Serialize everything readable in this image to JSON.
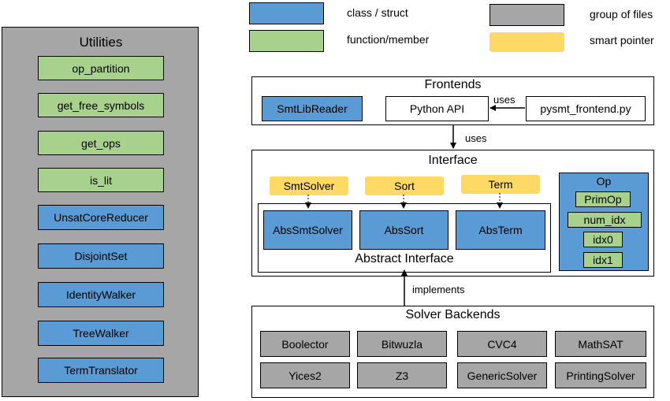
{
  "legend": {
    "class_struct": "class / struct",
    "function_member": "function/member",
    "group_of_files": "group of files",
    "smart_pointer": "smart pointer",
    "colors": {
      "class": "#5b9bd5",
      "function": "#a9d18e",
      "group": "#a6a6a6",
      "smart_pointer": "#ffd966"
    }
  },
  "utilities": {
    "title": "Utilities",
    "functions": [
      "op_partition",
      "get_free_symbols",
      "get_ops",
      "is_lit"
    ],
    "classes": [
      "UnsatCoreReducer",
      "DisjointSet",
      "IdentityWalker",
      "TreeWalker",
      "TermTranslator"
    ]
  },
  "frontends": {
    "title": "Frontends",
    "smtlib_reader": "SmtLibReader",
    "python_api": "Python API",
    "pysmt_frontend": "pysmt_frontend.py",
    "uses_label": "uses"
  },
  "uses_label_2": "uses",
  "interface": {
    "title": "Interface",
    "smart_pointers": [
      "SmtSolver",
      "Sort",
      "Term"
    ],
    "abstract_classes": [
      "AbsSmtSolver",
      "AbsSort",
      "AbsTerm"
    ],
    "abstract_title": "Abstract Interface",
    "op": {
      "title": "Op",
      "members": [
        "PrimOp",
        "num_idx",
        "idx0",
        "idx1"
      ]
    }
  },
  "implements_label": "implements",
  "backends": {
    "title": "Solver Backends",
    "row1": [
      "Boolector",
      "Bitwuzla",
      "CVC4",
      "MathSAT"
    ],
    "row2": [
      "Yices2",
      "Z3",
      "GenericSolver",
      "PrintingSolver"
    ]
  }
}
